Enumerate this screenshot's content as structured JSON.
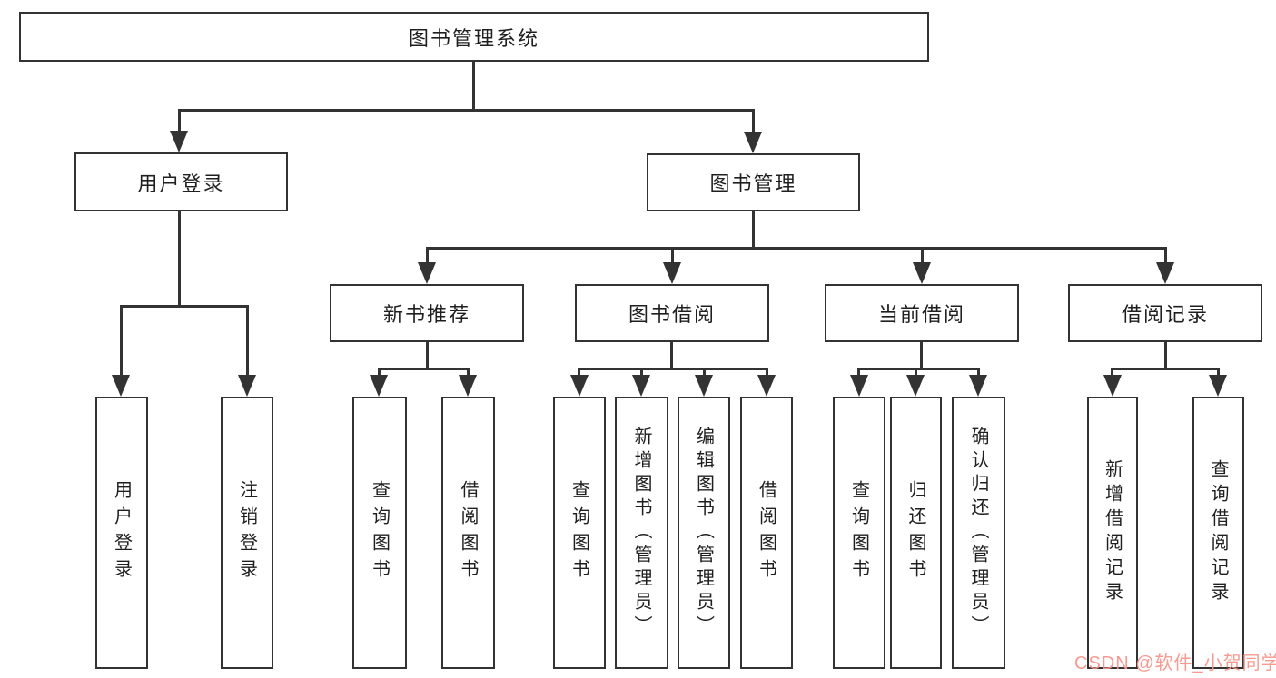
{
  "diagram": {
    "type": "hierarchy",
    "colors": {
      "line": "#333333",
      "box_border": "#333333",
      "text": "#1f1f1f",
      "background": "#ffffff",
      "watermark": "#f4968c"
    }
  },
  "tree": {
    "label": "图书管理系统",
    "children": [
      {
        "label": "用户登录",
        "children": [
          {
            "label": "用户登录"
          },
          {
            "label": "注销登录"
          }
        ]
      },
      {
        "label": "图书管理",
        "children": [
          {
            "label": "新书推荐",
            "children": [
              {
                "label": "查询图书"
              },
              {
                "label": "借阅图书"
              }
            ]
          },
          {
            "label": "图书借阅",
            "children": [
              {
                "label": "查询图书"
              },
              {
                "label": "新增图书（管理员）"
              },
              {
                "label": "编辑图书（管理员）"
              },
              {
                "label": "借阅图书"
              }
            ]
          },
          {
            "label": "当前借阅",
            "children": [
              {
                "label": "查询图书"
              },
              {
                "label": "归还图书"
              },
              {
                "label": "确认归还（管理员）"
              }
            ]
          },
          {
            "label": "借阅记录",
            "children": [
              {
                "label": "新增借阅记录"
              },
              {
                "label": "查询借阅记录"
              }
            ]
          }
        ]
      }
    ]
  },
  "watermark": {
    "text": "CSDN @软件_小贺同学"
  }
}
